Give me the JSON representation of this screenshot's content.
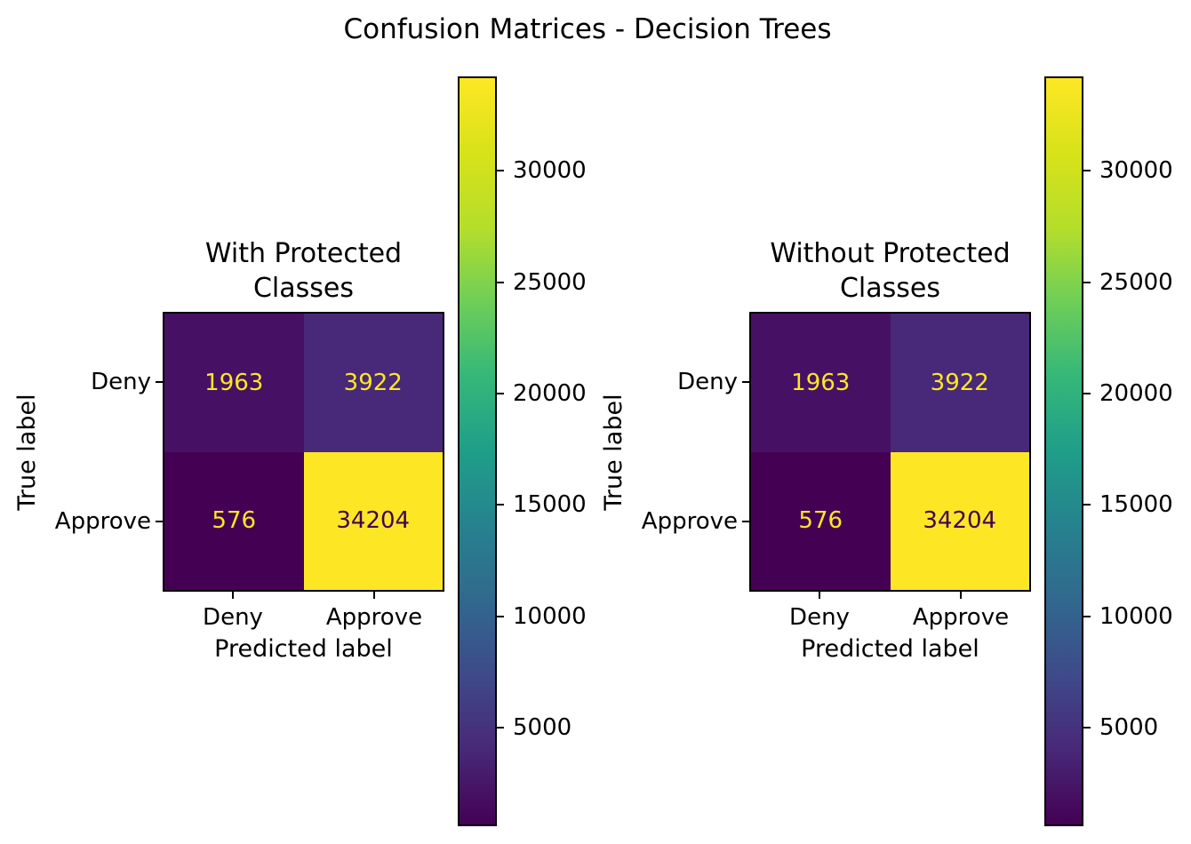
{
  "figure_title": "Confusion Matrices - Decision Trees",
  "colors": {
    "background": "#ffffff",
    "text": "#000000",
    "viridis_min": "#440154",
    "viridis_max": "#fde725"
  },
  "colorbar": {
    "tick_labels": [
      "30000",
      "25000",
      "20000",
      "15000",
      "10000",
      "5000"
    ]
  },
  "chart_data": [
    {
      "type": "heatmap",
      "title": "With Protected Classes",
      "xlabel": "Predicted label",
      "ylabel": "True label",
      "x_categories": [
        "Deny",
        "Approve"
      ],
      "y_categories": [
        "Deny",
        "Approve"
      ],
      "matrix": [
        [
          1963,
          3922
        ],
        [
          576,
          34204
        ]
      ],
      "vmin": 576,
      "vmax": 34204,
      "colormap": "viridis",
      "colorbar_ticks": [
        30000,
        25000,
        20000,
        15000,
        10000,
        5000
      ],
      "cell_colors": [
        [
          "#461164",
          "#482878"
        ],
        [
          "#440154",
          "#fde725"
        ]
      ],
      "cell_text_colors": [
        [
          "#fde725",
          "#fde725"
        ],
        [
          "#fde725",
          "#440154"
        ]
      ]
    },
    {
      "type": "heatmap",
      "title": "Without Protected Classes",
      "xlabel": "Predicted label",
      "ylabel": "True label",
      "x_categories": [
        "Deny",
        "Approve"
      ],
      "y_categories": [
        "Deny",
        "Approve"
      ],
      "matrix": [
        [
          1963,
          3922
        ],
        [
          576,
          34204
        ]
      ],
      "vmin": 576,
      "vmax": 34204,
      "colormap": "viridis",
      "colorbar_ticks": [
        30000,
        25000,
        20000,
        15000,
        10000,
        5000
      ],
      "cell_colors": [
        [
          "#461164",
          "#482878"
        ],
        [
          "#440154",
          "#fde725"
        ]
      ],
      "cell_text_colors": [
        [
          "#fde725",
          "#fde725"
        ],
        [
          "#fde725",
          "#440154"
        ]
      ]
    }
  ]
}
